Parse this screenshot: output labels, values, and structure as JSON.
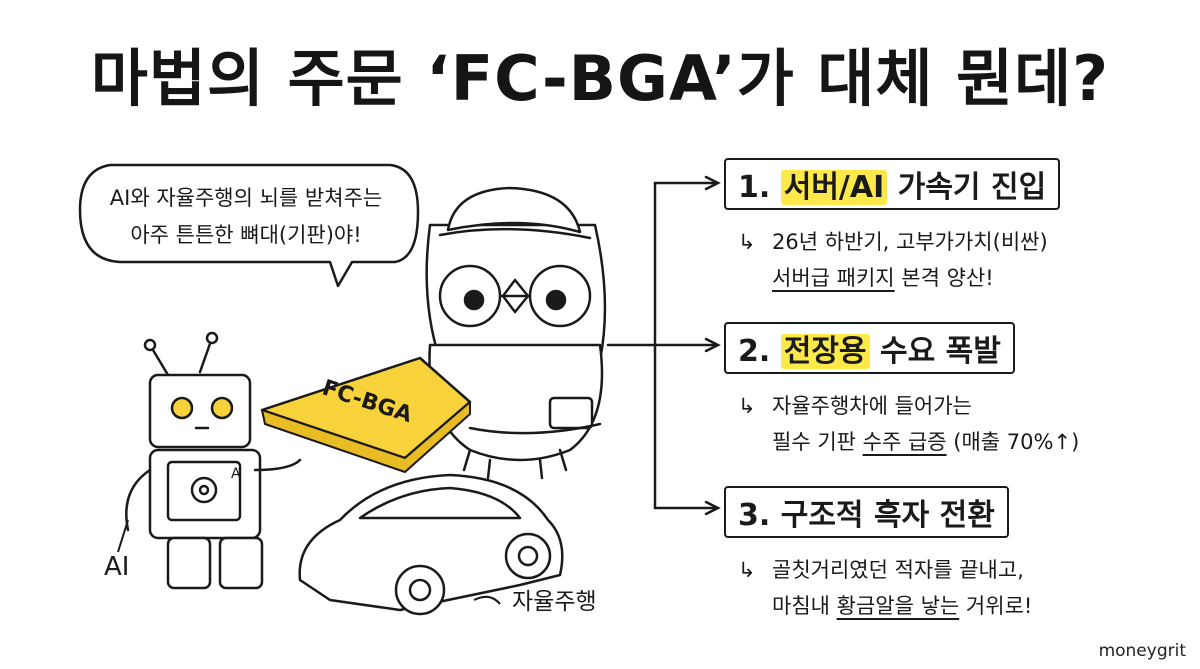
{
  "title": "마법의 주문 ‘FC-BGA’가 대체 뭔데?",
  "speech_bubble": {
    "line1": "AI와 자율주행의 뇌를 받쳐주는",
    "line2": "아주 튼튼한 뼈대(기판)야!"
  },
  "illustration": {
    "board_label": "FC-BGA",
    "robot_chest_label": "A",
    "robot_caption": "AI",
    "car_caption": "자율주행"
  },
  "sections": [
    {
      "number": "1.",
      "highlight": "서버/AI",
      "title_rest": " 가속기 진입",
      "line1": "26년 하반기, 고부가가치(비싼)",
      "line2_underlined": "서버급 패키지",
      "line2_rest": " 본격 양산!"
    },
    {
      "number": "2.",
      "highlight": "전장용",
      "title_rest": " 수요 폭발",
      "line1": "자율주행차에 들어가는",
      "line2_pre": "필수 기판 ",
      "line2_underlined": "수주 급증",
      "line2_rest": " (매출 70%↑)"
    },
    {
      "number": "3.",
      "title_text": "구조적 흑자 전환",
      "line1": "골칫거리였던 적자를 끝내고,",
      "line2_pre": "마침내 ",
      "line2_underlined": "황금알을 낳는",
      "line2_rest": " 거위로!"
    }
  ],
  "colors": {
    "highlight": "#fde94a",
    "board": "#f7d23a",
    "ink": "#1a1a1a"
  },
  "watermark": "moneygrit"
}
